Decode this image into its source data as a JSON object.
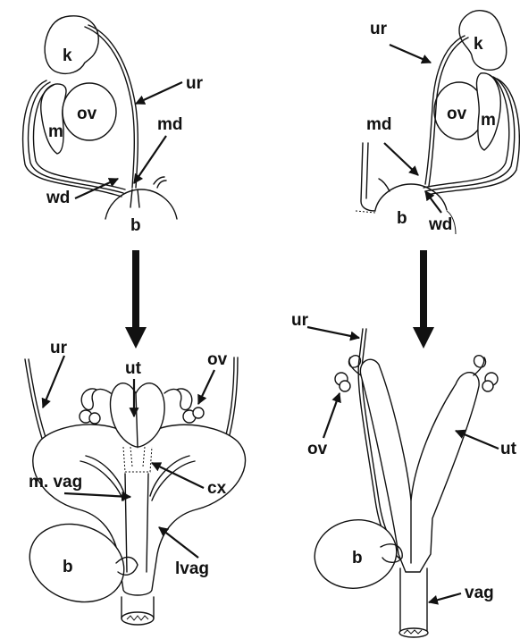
{
  "labels": {
    "left_top": {
      "k": "k",
      "ur": "ur",
      "ov": "ov",
      "m": "m",
      "md": "md",
      "wd": "wd",
      "b": "b"
    },
    "right_top": {
      "ur": "ur",
      "k": "k",
      "ov": "ov",
      "m": "m",
      "md": "md",
      "b": "b",
      "wd": "wd"
    },
    "left_bottom": {
      "ur": "ur",
      "ut": "ut",
      "ov": "ov",
      "m_vag": "m. vag",
      "cx": "cx",
      "b": "b",
      "lvag": "lvag"
    },
    "right_bottom": {
      "ur": "ur",
      "ov": "ov",
      "ut": "ut",
      "b": "b",
      "vag": "vag"
    }
  }
}
